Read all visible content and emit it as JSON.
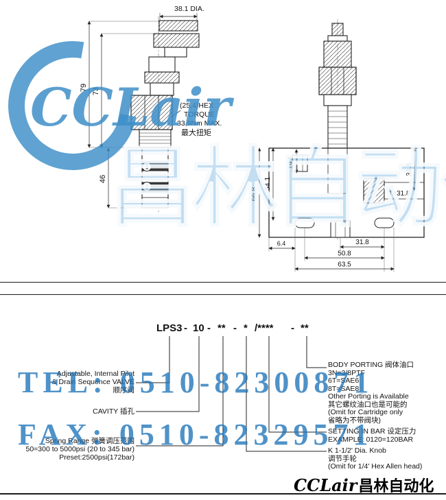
{
  "watermarks": {
    "brand": "CCLair",
    "brand_cn": "昌林自动化",
    "tel": "TEL: 0510-82300871",
    "fax": "FAX: 0510-82329571"
  },
  "footer": {
    "brand": "CCLair",
    "brand_cn": "昌林自动化"
  },
  "drawing_left": {
    "dia_label": "38.1 DIA.",
    "dim_total": "79",
    "dim_body": "73",
    "dim_nose": "46",
    "hex_note": [
      "(25,4)HEX",
      "TORQUE",
      "33,9Nm MAX.",
      "最大扭矩"
    ],
    "port1": "1",
    "port2": "2"
  },
  "drawing_right": {
    "dim_top": "19.1",
    "dim_port_depth": "34.6",
    "dim_height": "66.8",
    "dim_inner_height": "54.1",
    "port_thread": "T=31.8",
    "dim_offset": "6.4",
    "dim_port_span": "31.8",
    "dim_slot_span": "50.8",
    "dim_width": "63.5"
  },
  "order": {
    "segments": [
      "LPS3",
      "-",
      "10",
      "-",
      "**",
      "-",
      "*",
      "/****",
      "-",
      "**"
    ],
    "left_labels": [
      {
        "lines": [
          "Adjustable, Internal Pilot",
          "& Drain Sequence VALVE",
          "顺序阀"
        ]
      },
      {
        "lines": [
          "CAVITY 插孔"
        ]
      },
      {
        "lines": [
          "Spring Range  弹簧调压范围",
          "50=300 to 5000psi (20 to 345 bar)",
          "Preset:2500psi(172bar)"
        ]
      }
    ],
    "right_labels": [
      {
        "lines": [
          "BODY PORTING 阀体油口",
          "3N=3/8PTF",
          "6T=SAE6",
          "8T=SAE8",
          "Other Porting is Available",
          "其它螺纹油口也是可能的",
          "(Omit for Cartridge only",
          "省略为不带阀块)"
        ]
      },
      {
        "lines": [
          "SETTING IN BAR  设定压力",
          "EXAMPLE:  0120=120BAR"
        ]
      },
      {
        "lines": [
          "K  1-1/2' Dia.  Knob",
          "调节手轮",
          "(Omit for 1/4' Hex Allen head)"
        ]
      }
    ]
  }
}
